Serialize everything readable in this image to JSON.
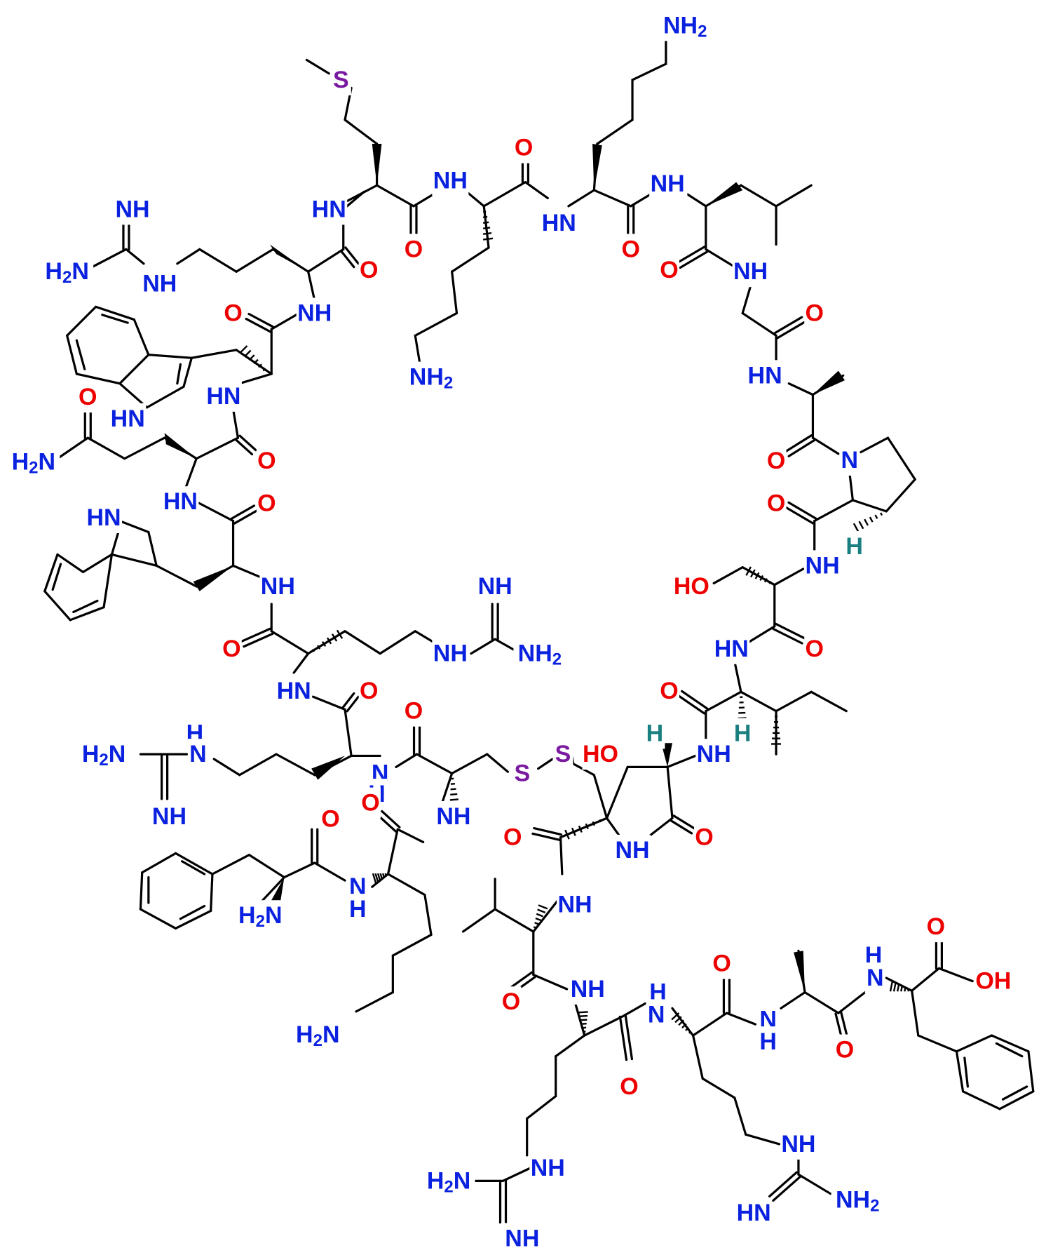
{
  "colors": {
    "nitrogen": "#0a22e0",
    "oxygen": "#ee0000",
    "sulfur": "#7a1aa0",
    "hydrogen": "#1a7f80",
    "bond": "#000000"
  },
  "atom_labels": [
    {
      "id": "nh2_lys_top",
      "text": "NH2",
      "el": "N"
    },
    {
      "id": "s_met",
      "text": "S",
      "el": "S"
    },
    {
      "id": "o_c1",
      "text": "O",
      "el": "O"
    },
    {
      "id": "nh_top1",
      "text": "NH",
      "el": "N"
    },
    {
      "id": "nh_top2",
      "text": "NH",
      "el": "N"
    },
    {
      "id": "nh_guan_top",
      "text": "NH",
      "el": "N"
    },
    {
      "id": "hn_met",
      "text": "HN",
      "el": "N"
    },
    {
      "id": "hn_lys2",
      "text": "HN",
      "el": "N"
    },
    {
      "id": "nh_lys3",
      "text": "NH",
      "el": "N"
    },
    {
      "id": "o_met",
      "text": "O",
      "el": "O"
    },
    {
      "id": "o_lys2",
      "text": "O",
      "el": "O"
    },
    {
      "id": "o_lys3",
      "text": "O",
      "el": "O"
    },
    {
      "id": "h2n_guan_top",
      "text": "H2N",
      "el": "N"
    },
    {
      "id": "nh_guan_top_b",
      "text": "NH",
      "el": "N"
    },
    {
      "id": "o_arg_top",
      "text": "O",
      "el": "O"
    },
    {
      "id": "o_leu",
      "text": "O",
      "el": "O"
    },
    {
      "id": "nh_gly",
      "text": "NH",
      "el": "N"
    },
    {
      "id": "o_gly",
      "text": "O",
      "el": "O"
    },
    {
      "id": "nh_arg_top",
      "text": "NH",
      "el": "N"
    },
    {
      "id": "o_trp_top",
      "text": "O",
      "el": "O"
    },
    {
      "id": "hn_indole_top",
      "text": "HN",
      "el": "N"
    },
    {
      "id": "hn_trp_top",
      "text": "HN",
      "el": "N"
    },
    {
      "id": "nh2_lys_mid",
      "text": "NH2",
      "el": "N"
    },
    {
      "id": "hn_ala",
      "text": "HN",
      "el": "N"
    },
    {
      "id": "o_gln_side",
      "text": "O",
      "el": "O"
    },
    {
      "id": "h2n_gln",
      "text": "H2N",
      "el": "N"
    },
    {
      "id": "o_gln",
      "text": "O",
      "el": "O"
    },
    {
      "id": "o_ala",
      "text": "O",
      "el": "O"
    },
    {
      "id": "n_pro",
      "text": "N",
      "el": "N"
    },
    {
      "id": "hn_gln",
      "text": "HN",
      "el": "N"
    },
    {
      "id": "o_trp2",
      "text": "O",
      "el": "O"
    },
    {
      "id": "hn_indole2",
      "text": "HN",
      "el": "N"
    },
    {
      "id": "o_pro",
      "text": "O",
      "el": "O"
    },
    {
      "id": "h_pro",
      "text": "H",
      "el": "H"
    },
    {
      "id": "nh_ser",
      "text": "NH",
      "el": "N"
    },
    {
      "id": "ho_ser",
      "text": "HO",
      "el": "O"
    },
    {
      "id": "nh_trp2",
      "text": "NH",
      "el": "N"
    },
    {
      "id": "nh_guan_mid",
      "text": "NH",
      "el": "N"
    },
    {
      "id": "nh_arg_mid",
      "text": "NH",
      "el": "N"
    },
    {
      "id": "nh2_guan_mid",
      "text": "NH2",
      "el": "N"
    },
    {
      "id": "o_arg_mid",
      "text": "O",
      "el": "O"
    },
    {
      "id": "hn_ile",
      "text": "HN",
      "el": "N"
    },
    {
      "id": "o_ser",
      "text": "O",
      "el": "O"
    },
    {
      "id": "hn_arg3",
      "text": "HN",
      "el": "N"
    },
    {
      "id": "o_arg3",
      "text": "O",
      "el": "O"
    },
    {
      "id": "o_cys",
      "text": "O",
      "el": "O"
    },
    {
      "id": "o_ile",
      "text": "O",
      "el": "O"
    },
    {
      "id": "h_ile",
      "text": "H",
      "el": "H"
    },
    {
      "id": "h_ile2",
      "text": "H",
      "el": "H"
    },
    {
      "id": "h_guan_left",
      "text": "H",
      "el": "N"
    },
    {
      "id": "h2n_guan_left",
      "text": "H2N",
      "el": "N"
    },
    {
      "id": "n_guan_left",
      "text": "N",
      "el": "N"
    },
    {
      "id": "n_arg3",
      "text": "N",
      "el": "N"
    },
    {
      "id": "h_arg3",
      "text": "H",
      "el": "N"
    },
    {
      "id": "s1",
      "text": "S",
      "el": "S"
    },
    {
      "id": "s2",
      "text": "S",
      "el": "S"
    },
    {
      "id": "ho_thr",
      "text": "HO",
      "el": "O"
    },
    {
      "id": "nh_ile",
      "text": "NH",
      "el": "N"
    },
    {
      "id": "nh_guan_left2",
      "text": "NH",
      "el": "N"
    },
    {
      "id": "o_lys_b",
      "text": "O",
      "el": "O"
    },
    {
      "id": "o_phe",
      "text": "O",
      "el": "O"
    },
    {
      "id": "nh_cys",
      "text": "NH",
      "el": "N"
    },
    {
      "id": "o_asp",
      "text": "O",
      "el": "O"
    },
    {
      "id": "o_lactam",
      "text": "O",
      "el": "O"
    },
    {
      "id": "nh_lactam",
      "text": "NH",
      "el": "N"
    },
    {
      "id": "nh_phe",
      "text": "N",
      "el": "N"
    },
    {
      "id": "h_phe",
      "text": "H",
      "el": "N"
    },
    {
      "id": "nh_val",
      "text": "NH",
      "el": "N"
    },
    {
      "id": "h2n_phe",
      "text": "H2N",
      "el": "N"
    },
    {
      "id": "o_cooh",
      "text": "O",
      "el": "O"
    },
    {
      "id": "oh_cooh",
      "text": "OH",
      "el": "O"
    },
    {
      "id": "h_phe2",
      "text": "H",
      "el": "N"
    },
    {
      "id": "n_phe2",
      "text": "N",
      "el": "N"
    },
    {
      "id": "o_ala2",
      "text": "O",
      "el": "O"
    },
    {
      "id": "o_val",
      "text": "O",
      "el": "O"
    },
    {
      "id": "nh_arg4",
      "text": "NH",
      "el": "N"
    },
    {
      "id": "h_arg5",
      "text": "H",
      "el": "N"
    },
    {
      "id": "n_arg5",
      "text": "N",
      "el": "N"
    },
    {
      "id": "n_ala2",
      "text": "N",
      "el": "N"
    },
    {
      "id": "h_ala2",
      "text": "H",
      "el": "N"
    },
    {
      "id": "o_ala3",
      "text": "O",
      "el": "O"
    },
    {
      "id": "h2n_lys_bot",
      "text": "H2N",
      "el": "N"
    },
    {
      "id": "o_arg4",
      "text": "O",
      "el": "O"
    },
    {
      "id": "nh_guan_b1",
      "text": "NH",
      "el": "N"
    },
    {
      "id": "h2n_guan_b1",
      "text": "H2N",
      "el": "N"
    },
    {
      "id": "nh_guan_b1b",
      "text": "NH",
      "el": "N"
    },
    {
      "id": "nh_guan_b2",
      "text": "NH",
      "el": "N"
    },
    {
      "id": "hn_guan_b2",
      "text": "HN",
      "el": "N"
    },
    {
      "id": "nh2_guan_b2",
      "text": "NH2",
      "el": "N"
    }
  ]
}
